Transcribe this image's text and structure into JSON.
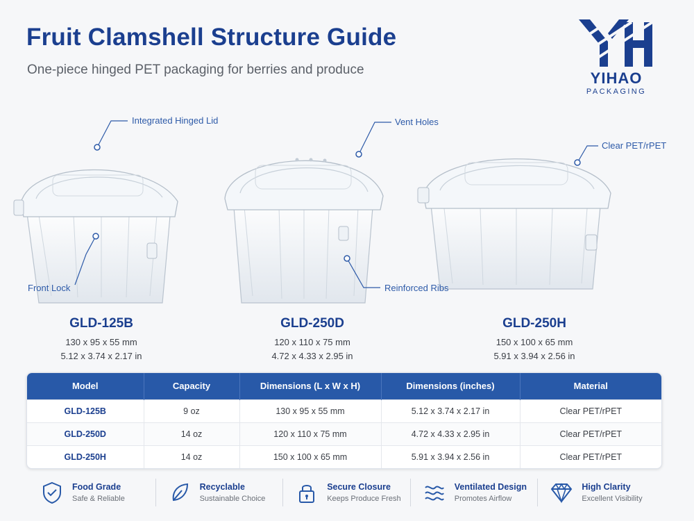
{
  "header": {
    "title": "Fruit Clamshell Structure Guide",
    "subtitle": "One-piece hinged PET packaging for berries and produce"
  },
  "brand": {
    "name": "YIHAO",
    "tagline": "PACKAGING",
    "color": "#1b3f8f"
  },
  "callouts": {
    "lid": "Integrated Hinged Lid",
    "lock": "Front Lock",
    "vents": "Vent Holes",
    "ribs": "Reinforced Ribs",
    "material": "Clear PET/rPET"
  },
  "products": [
    {
      "model": "GLD-125B",
      "dim_mm": "130 x 95 x 55 mm",
      "dim_in": "5.12 x 3.74 x 2.17 in"
    },
    {
      "model": "GLD-250D",
      "dim_mm": "120 x 110 x 75 mm",
      "dim_in": "4.72 x 4.33 x 2.95 in"
    },
    {
      "model": "GLD-250H",
      "dim_mm": "150 x 100 x 65 mm",
      "dim_in": "5.91 x 3.94 x 2.56 in"
    }
  ],
  "table": {
    "headers": [
      "Model",
      "Capacity",
      "Dimensions (L x W x H)",
      "Dimensions (inches)",
      "Material"
    ],
    "rows": [
      [
        "GLD-125B",
        "9 oz",
        "130 x 95 x 55 mm",
        "5.12 x 3.74 x 2.17 in",
        "Clear PET/rPET"
      ],
      [
        "GLD-250D",
        "14 oz",
        "120 x 110 x 75 mm",
        "4.72 x 4.33 x 2.95 in",
        "Clear PET/rPET"
      ],
      [
        "GLD-250H",
        "14 oz",
        "150 x 100 x 65 mm",
        "5.91 x 3.94 x 2.56 in",
        "Clear PET/rPET"
      ]
    ],
    "header_color": "#2859a8"
  },
  "features": [
    {
      "icon": "shield-check-icon",
      "title": "Food Grade",
      "subtitle": "Safe & Reliable"
    },
    {
      "icon": "leaf-icon",
      "title": "Recyclable",
      "subtitle": "Sustainable Choice"
    },
    {
      "icon": "lock-icon",
      "title": "Secure Closure",
      "subtitle": "Keeps Produce Fresh"
    },
    {
      "icon": "airflow-icon",
      "title": "Ventilated Design",
      "subtitle": "Promotes Airflow"
    },
    {
      "icon": "diamond-icon",
      "title": "High Clarity",
      "subtitle": "Excellent Visibility"
    }
  ]
}
